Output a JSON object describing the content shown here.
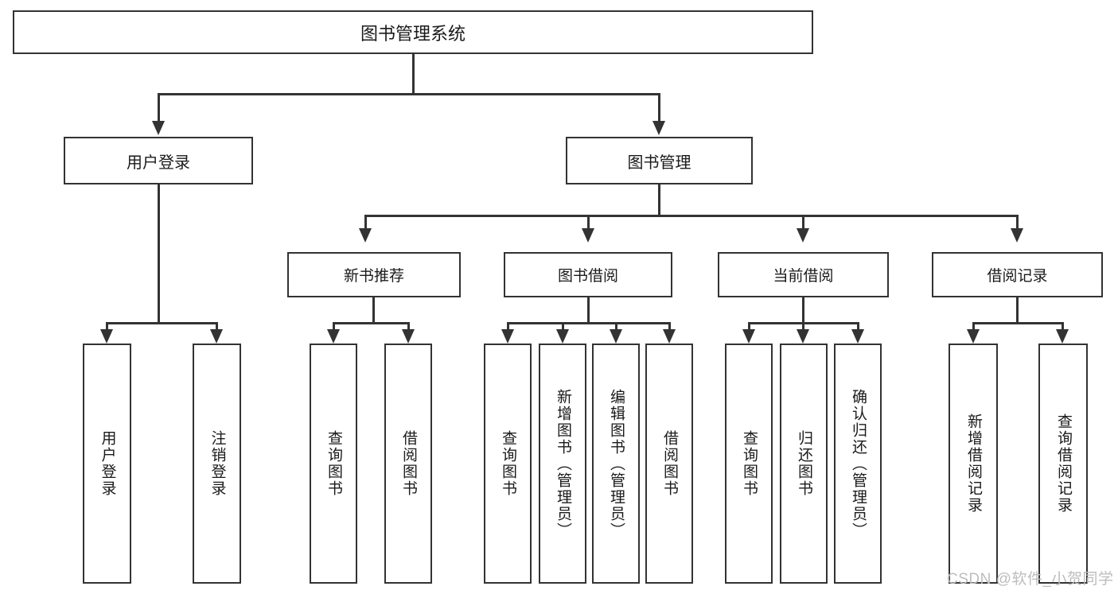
{
  "diagram": {
    "title": "图书管理系统",
    "root": {
      "label": "图书管理系统"
    },
    "level2": [
      {
        "label": "用户登录"
      },
      {
        "label": "图书管理"
      }
    ],
    "level3": [
      {
        "label": "新书推荐"
      },
      {
        "label": "图书借阅"
      },
      {
        "label": "当前借阅"
      },
      {
        "label": "借阅记录"
      }
    ],
    "leaves": {
      "user_login": [
        {
          "label": "用户登录"
        },
        {
          "label": "注销登录"
        }
      ],
      "new_book_recommend": [
        {
          "label": "查询图书"
        },
        {
          "label": "借阅图书"
        }
      ],
      "book_borrow": [
        {
          "label": "查询图书"
        },
        {
          "label": "新增图书（管理员）"
        },
        {
          "label": "编辑图书（管理员）"
        },
        {
          "label": "借阅图书"
        }
      ],
      "current_borrow": [
        {
          "label": "查询图书"
        },
        {
          "label": "归还图书"
        },
        {
          "label": "确认归还（管理员）"
        }
      ],
      "borrow_record": [
        {
          "label": "新增借阅记录"
        },
        {
          "label": "查询借阅记录"
        }
      ]
    }
  },
  "watermark": {
    "text": "CSDN @软件_小贺同学"
  },
  "colors": {
    "box_border": "#333333",
    "box_fill": "#ffffff",
    "connector": "#333333",
    "text": "#1a1a1a",
    "watermark": "#bdbdbd"
  }
}
